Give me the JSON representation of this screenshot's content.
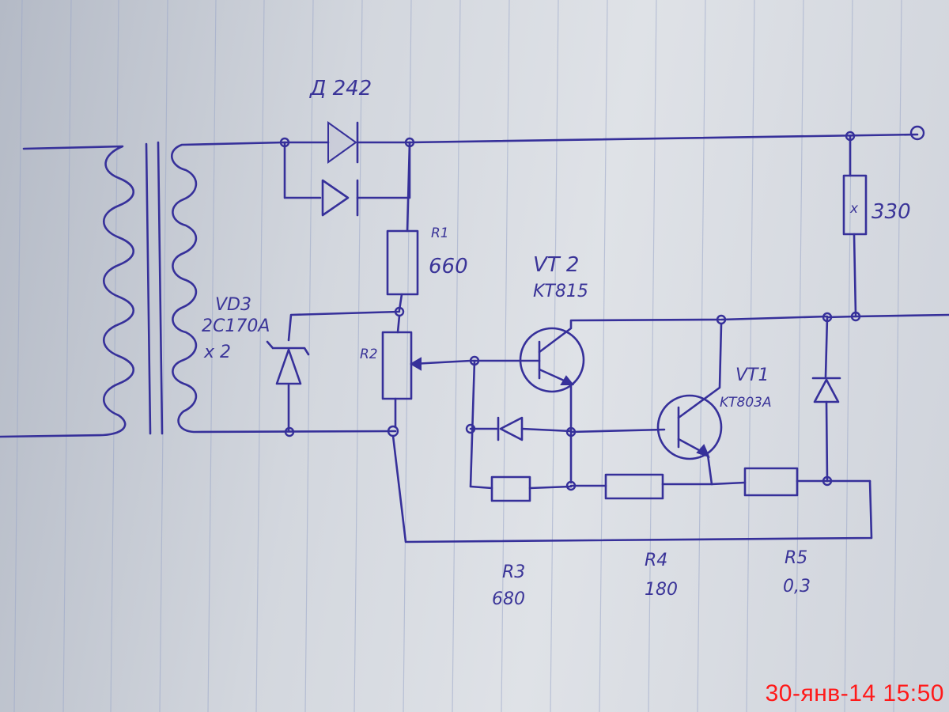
{
  "labels": {
    "diode_bridge": "Д 242",
    "r1_name": "R1",
    "r1_value": "660",
    "r2_name": "R2",
    "vt2_name": "VT 2",
    "vt2_type": "KT815",
    "vd3_name": "VD3",
    "vd3_type": "2C170A",
    "vd3_count": "x 2",
    "vt1_name": "VT1",
    "vt1_type": "KT803A",
    "load_value": "330",
    "load_mark": "x",
    "r3_name": "R3",
    "r3_value": "680",
    "r4_name": "R4",
    "r4_value": "180",
    "r5_name": "R5",
    "r5_value": "0,3"
  },
  "timestamp": "30-янв-14 15:50",
  "colors": {
    "ink": "#36309a",
    "paper": "#dfe2e7",
    "ruling": "#9aa6c8",
    "stamp": "#ff1a1a"
  }
}
